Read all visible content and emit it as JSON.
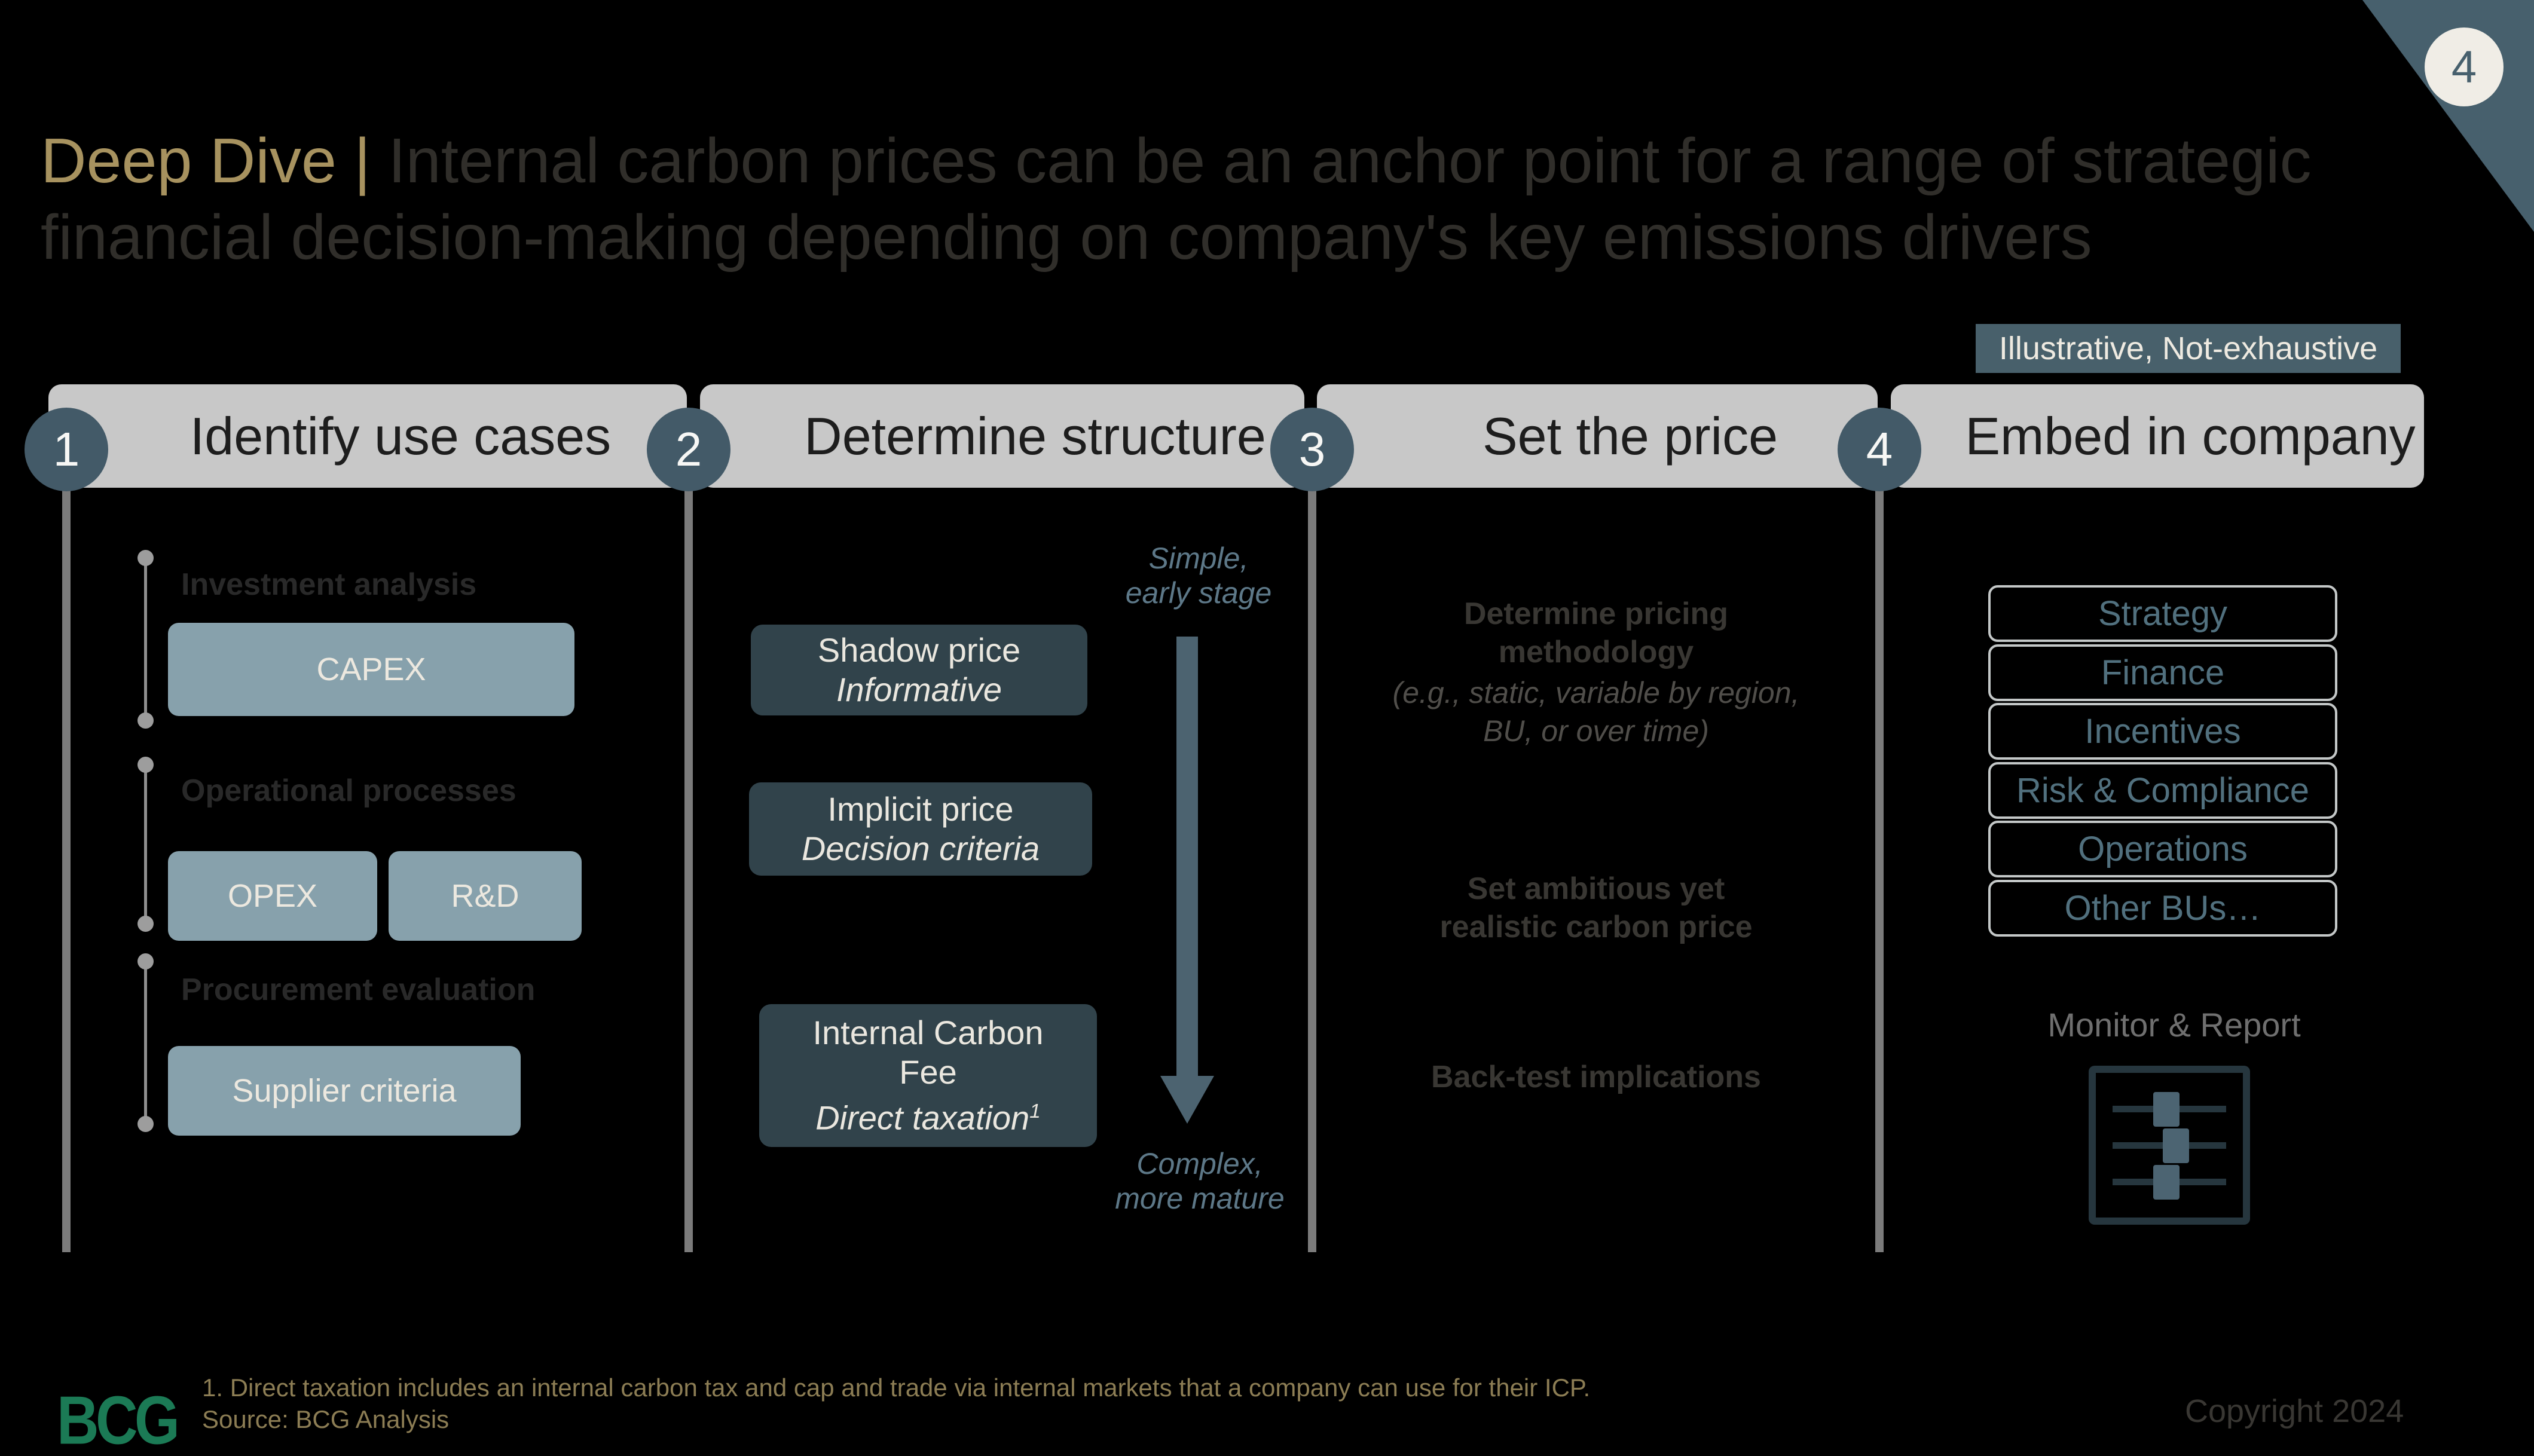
{
  "slide": {
    "page_number": "4",
    "title": {
      "highlight": "Deep Dive | ",
      "line1": "Internal carbon prices can be an anchor point for a range of strategic",
      "line2": "financial decision-making depending on company's key emissions drivers"
    },
    "tag": "Illustrative, Not-exhaustive"
  },
  "steps": [
    {
      "number": "1",
      "label": "Identify use cases"
    },
    {
      "number": "2",
      "label": "Determine structure"
    },
    {
      "number": "3",
      "label": "Set the price"
    },
    {
      "number": "4",
      "label": "Embed in company"
    }
  ],
  "identify": {
    "groups": [
      {
        "label": "Investment analysis"
      },
      {
        "label": "Operational processes"
      },
      {
        "label": "Procurement evaluation"
      }
    ],
    "buttons": {
      "capex": "CAPEX",
      "opex": "OPEX",
      "rd": "R&D",
      "supplier": "Supplier criteria"
    }
  },
  "structure": {
    "note_top": "Simple,\nearly stage",
    "boxes": [
      {
        "title": "Shadow price",
        "subtitle": "Informative",
        "sup": ""
      },
      {
        "title": "Implicit price",
        "subtitle": "Decision criteria",
        "sup": ""
      },
      {
        "title": "Internal Carbon Fee",
        "subtitle": "Direct taxation",
        "sup": "1"
      }
    ],
    "note_bottom": "Complex,\nmore mature"
  },
  "price": {
    "items": [
      {
        "bold": "Determine pricing methodology",
        "italic": "(e.g., static, variable by region, BU, or over time)"
      },
      {
        "bold": "Set ambitious yet realistic carbon price"
      },
      {
        "bold": "Back-test implications"
      }
    ]
  },
  "embed": {
    "boxes": [
      "Strategy",
      "Finance",
      "Incentives",
      "Risk & Compliance",
      "Operations",
      "Other BUs…"
    ],
    "monitor": "Monitor & Report"
  },
  "footer": {
    "logo": "BCG",
    "footnote": "1. Direct taxation includes an internal carbon tax and cap and trade via internal markets that a company can use for their ICP.",
    "source": "Source: BCG Analysis",
    "copyright": "Copyright 2024"
  },
  "colors": {
    "accent_gold": "#a7925f",
    "slate": "#48606b",
    "steel_button": "#87a1ac",
    "dark_box": "#31434b",
    "header_bar": "#c8c8c8",
    "bcg_green": "#1b7a55"
  }
}
